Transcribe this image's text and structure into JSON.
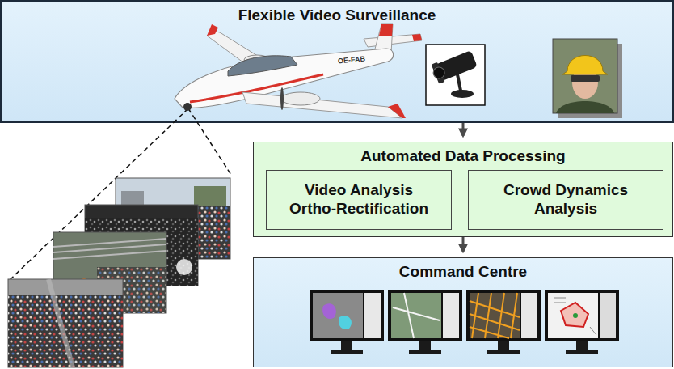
{
  "diagram": {
    "nodes": [
      {
        "text": [
          "Flexible Video Surveillance"
        ]
      },
      {
        "text": [
          "Automated Data Processing"
        ]
      },
      {
        "text": [
          "Video Analysis Ortho-Rectification"
        ],
        "in": 1
      },
      {
        "text": [
          "Crowd Dynamics Analysis"
        ],
        "in": 1
      },
      {
        "text": [
          "Command Centre"
        ]
      }
    ],
    "edges": [
      {
        "from": 0,
        "to": 1,
        "arrow": "to"
      },
      {
        "from": 1,
        "to": 4,
        "arrow": "to"
      }
    ],
    "labels": [
      "OE-FAB"
    ]
  }
}
